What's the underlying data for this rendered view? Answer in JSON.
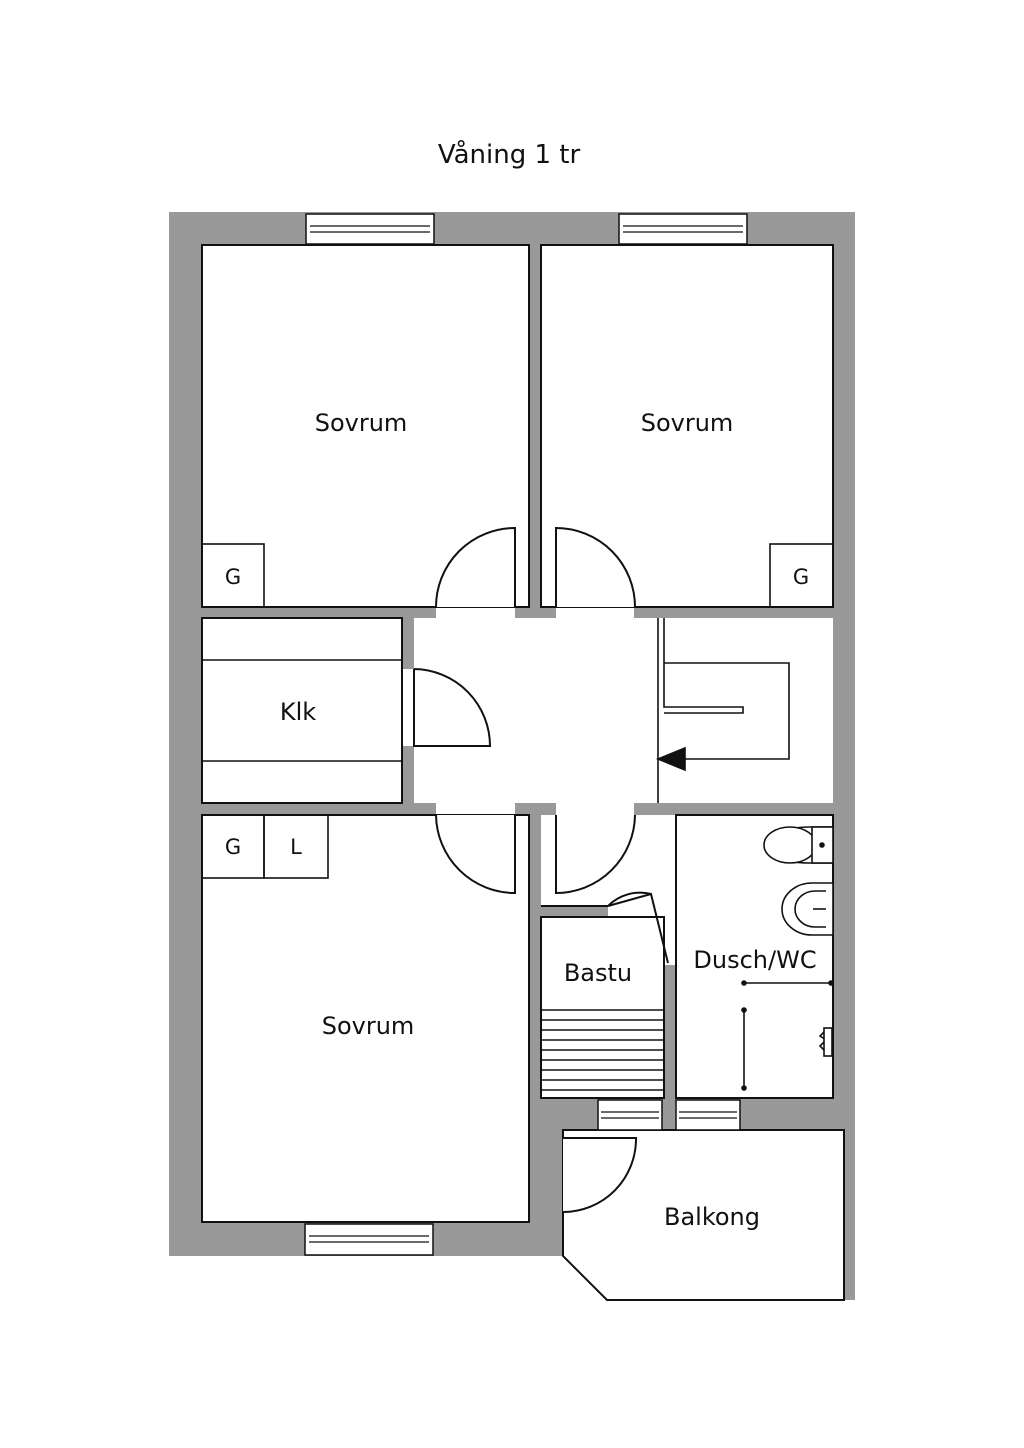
{
  "title": "Våning 1 tr",
  "rooms": {
    "sovrum_top_left": "Sovrum",
    "sovrum_top_right": "Sovrum",
    "klk": "Klk",
    "sovrum_bottom": "Sovrum",
    "bastu": "Bastu",
    "dusch_wc": "Dusch/WC",
    "balkong": "Balkong"
  },
  "tags": {
    "g_top_left": "G",
    "g_top_right": "G",
    "g_bottom": "G",
    "l_bottom": "L"
  },
  "colors": {
    "wall": "#999999",
    "line": "#111111",
    "background": "#ffffff"
  }
}
